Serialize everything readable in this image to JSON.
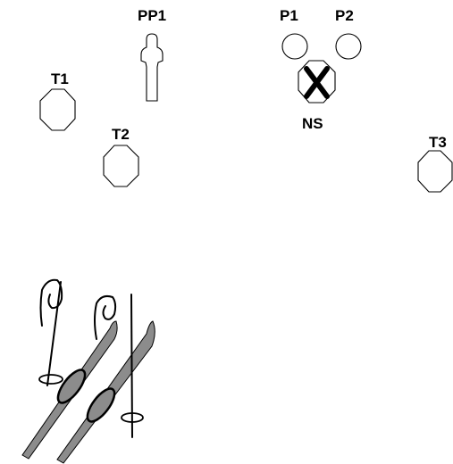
{
  "labels": {
    "pp1": "PP1",
    "p1": "P1",
    "p2": "P2",
    "ns": "NS",
    "t1": "T1",
    "t2": "T2",
    "t3": "T3"
  },
  "colors": {
    "ink": "#000000",
    "background": "#ffffff",
    "ski_fill": "#8c8c8c"
  },
  "icons": {
    "skis": "skis-and-poles-icon",
    "penalty_marker": "x-mark-icon"
  }
}
